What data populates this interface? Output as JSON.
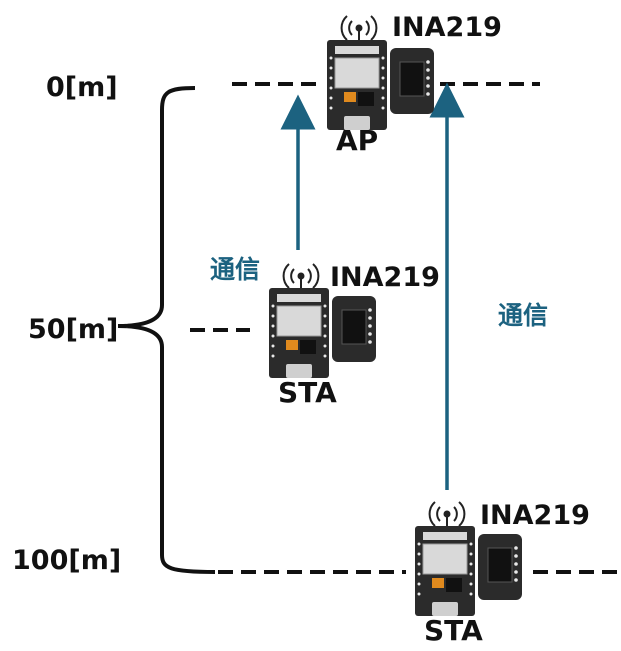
{
  "distances": [
    "0[m]",
    "50[m]",
    "100[m]"
  ],
  "nodes": [
    {
      "chip": "INA219",
      "role": "AP"
    },
    {
      "chip": "INA219",
      "role": "STA"
    },
    {
      "chip": "INA219",
      "role": "STA"
    }
  ],
  "links": [
    "通信",
    "通信"
  ],
  "colors": {
    "arrow": "#1c6280",
    "line": "#111111",
    "board": "#2b2b2b",
    "module": "#d9d9d9"
  }
}
